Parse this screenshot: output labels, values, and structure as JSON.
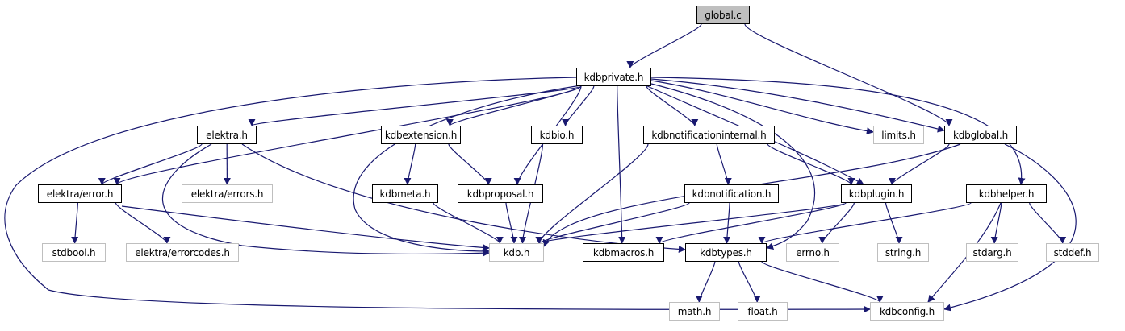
{
  "graph": {
    "edge_color": "#191970",
    "nodes": [
      {
        "id": "global_c",
        "label": "global.c",
        "kind": "root"
      },
      {
        "id": "kdbprivate",
        "label": "kdbprivate.h",
        "kind": "local"
      },
      {
        "id": "elektra",
        "label": "elektra.h",
        "kind": "local"
      },
      {
        "id": "kdbextension",
        "label": "kdbextension.h",
        "kind": "local"
      },
      {
        "id": "kdbio",
        "label": "kdbio.h",
        "kind": "local"
      },
      {
        "id": "kdbnotificationinternal",
        "label": "kdbnotificationinternal.h",
        "kind": "local"
      },
      {
        "id": "limits",
        "label": "limits.h",
        "kind": "ext"
      },
      {
        "id": "kdbglobal",
        "label": "kdbglobal.h",
        "kind": "local"
      },
      {
        "id": "elektra_error",
        "label": "elektra/error.h",
        "kind": "local"
      },
      {
        "id": "elektra_errors",
        "label": "elektra/errors.h",
        "kind": "ext"
      },
      {
        "id": "kdbmeta",
        "label": "kdbmeta.h",
        "kind": "local"
      },
      {
        "id": "kdbproposal",
        "label": "kdbproposal.h",
        "kind": "local"
      },
      {
        "id": "kdbnotification",
        "label": "kdbnotification.h",
        "kind": "local"
      },
      {
        "id": "kdbplugin",
        "label": "kdbplugin.h",
        "kind": "local"
      },
      {
        "id": "kdbhelper",
        "label": "kdbhelper.h",
        "kind": "local"
      },
      {
        "id": "stdbool",
        "label": "stdbool.h",
        "kind": "ext"
      },
      {
        "id": "errorcodes",
        "label": "elektra/errorcodes.h",
        "kind": "ext"
      },
      {
        "id": "kdb",
        "label": "kdb.h",
        "kind": "ext"
      },
      {
        "id": "kdbmacros",
        "label": "kdbmacros.h",
        "kind": "local"
      },
      {
        "id": "kdbtypes",
        "label": "kdbtypes.h",
        "kind": "local"
      },
      {
        "id": "errno",
        "label": "errno.h",
        "kind": "ext"
      },
      {
        "id": "string",
        "label": "string.h",
        "kind": "ext"
      },
      {
        "id": "stdarg",
        "label": "stdarg.h",
        "kind": "ext"
      },
      {
        "id": "stddef",
        "label": "stddef.h",
        "kind": "ext"
      },
      {
        "id": "math",
        "label": "math.h",
        "kind": "ext"
      },
      {
        "id": "float",
        "label": "float.h",
        "kind": "ext"
      },
      {
        "id": "kdbconfig",
        "label": "kdbconfig.h",
        "kind": "ext"
      }
    ],
    "edges": [
      [
        "global_c",
        "kdbprivate"
      ],
      [
        "global_c",
        "kdbglobal"
      ],
      [
        "kdbprivate",
        "elektra"
      ],
      [
        "kdbprivate",
        "elektra_error"
      ],
      [
        "kdbprivate",
        "kdbextension"
      ],
      [
        "kdbprivate",
        "kdbio"
      ],
      [
        "kdbprivate",
        "kdbnotificationinternal"
      ],
      [
        "kdbprivate",
        "limits"
      ],
      [
        "kdbprivate",
        "kdbglobal"
      ],
      [
        "kdbprivate",
        "kdbproposal"
      ],
      [
        "kdbprivate",
        "kdb"
      ],
      [
        "kdbprivate",
        "kdbmacros"
      ],
      [
        "kdbprivate",
        "kdbplugin"
      ],
      [
        "kdbprivate",
        "kdbhelper"
      ],
      [
        "kdbprivate",
        "kdbtypes"
      ],
      [
        "kdbprivate",
        "kdbconfig"
      ],
      [
        "elektra",
        "elektra_error"
      ],
      [
        "elektra",
        "elektra_errors"
      ],
      [
        "elektra",
        "kdb"
      ],
      [
        "elektra",
        "kdbtypes"
      ],
      [
        "elektra_error",
        "stdbool"
      ],
      [
        "elektra_error",
        "errorcodes"
      ],
      [
        "elektra_error",
        "kdb"
      ],
      [
        "kdbextension",
        "kdbmeta"
      ],
      [
        "kdbextension",
        "kdbproposal"
      ],
      [
        "kdbio",
        "kdb"
      ],
      [
        "kdbnotificationinternal",
        "kdbnotification"
      ],
      [
        "kdbnotificationinternal",
        "kdbplugin"
      ],
      [
        "kdbnotificationinternal",
        "kdb"
      ],
      [
        "kdbglobal",
        "kdbplugin"
      ],
      [
        "kdbglobal",
        "kdb"
      ],
      [
        "kdbglobal",
        "kdbconfig"
      ],
      [
        "kdbmeta",
        "kdb"
      ],
      [
        "kdbproposal",
        "kdb"
      ],
      [
        "kdbnotification",
        "kdb"
      ],
      [
        "kdbnotification",
        "kdbtypes"
      ],
      [
        "kdbplugin",
        "kdb"
      ],
      [
        "kdbplugin",
        "kdbmacros"
      ],
      [
        "kdbplugin",
        "errno"
      ],
      [
        "kdbplugin",
        "string"
      ],
      [
        "kdbhelper",
        "kdbtypes"
      ],
      [
        "kdbhelper",
        "stdarg"
      ],
      [
        "kdbhelper",
        "stddef"
      ],
      [
        "kdbhelper",
        "kdbconfig"
      ],
      [
        "kdbtypes",
        "math"
      ],
      [
        "kdbtypes",
        "float"
      ],
      [
        "kdbtypes",
        "kdbconfig"
      ]
    ]
  }
}
